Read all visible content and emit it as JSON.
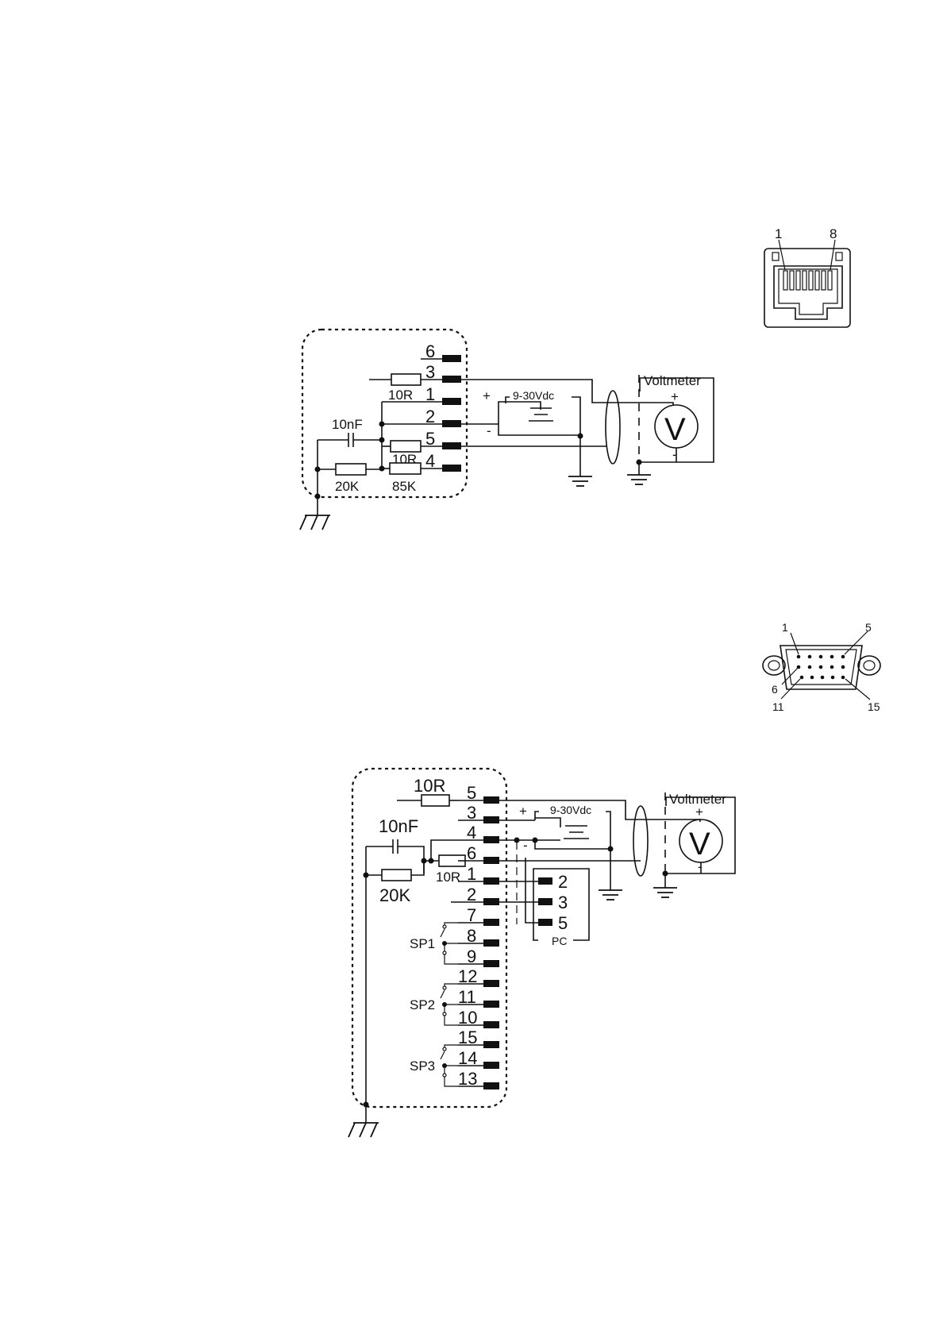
{
  "rj45": {
    "pin_first": "1",
    "pin_last": "8"
  },
  "db15": {
    "pin_top_left": "1",
    "pin_top_right": "5",
    "pin_mid_left": "6",
    "pin_bottom_left": "11",
    "pin_bottom_right": "15"
  },
  "circuit1": {
    "pins": [
      "6",
      "3",
      "1",
      "2",
      "5",
      "4"
    ],
    "resistor_r1": "10R",
    "resistor_r2": "10R",
    "resistor_20k": "20K",
    "resistor_85k": "85K",
    "capacitor": "10nF",
    "supply": "9-30Vdc",
    "plus": "+",
    "minus": "-",
    "meter_title": "Voltmeter",
    "meter_symbol": "V",
    "meter_plus": "+",
    "meter_minus": "-"
  },
  "circuit2": {
    "pins_main": [
      "5",
      "3",
      "4",
      "6",
      "1",
      "2"
    ],
    "pins_setpoints": [
      "7",
      "8",
      "9",
      "12",
      "11",
      "10",
      "15",
      "14",
      "13"
    ],
    "setpoints": [
      "SP1",
      "SP2",
      "SP3"
    ],
    "pc_pins": [
      "2",
      "3",
      "5"
    ],
    "pc_label": "PC",
    "resistor_r5": "10R",
    "resistor_r6": "10R",
    "resistor_20k": "20K",
    "capacitor": "10nF",
    "supply": "9-30Vdc",
    "plus": "+",
    "minus": "-",
    "meter_title": "Voltmeter",
    "meter_symbol": "V",
    "meter_plus": "+",
    "meter_minus": "-"
  }
}
